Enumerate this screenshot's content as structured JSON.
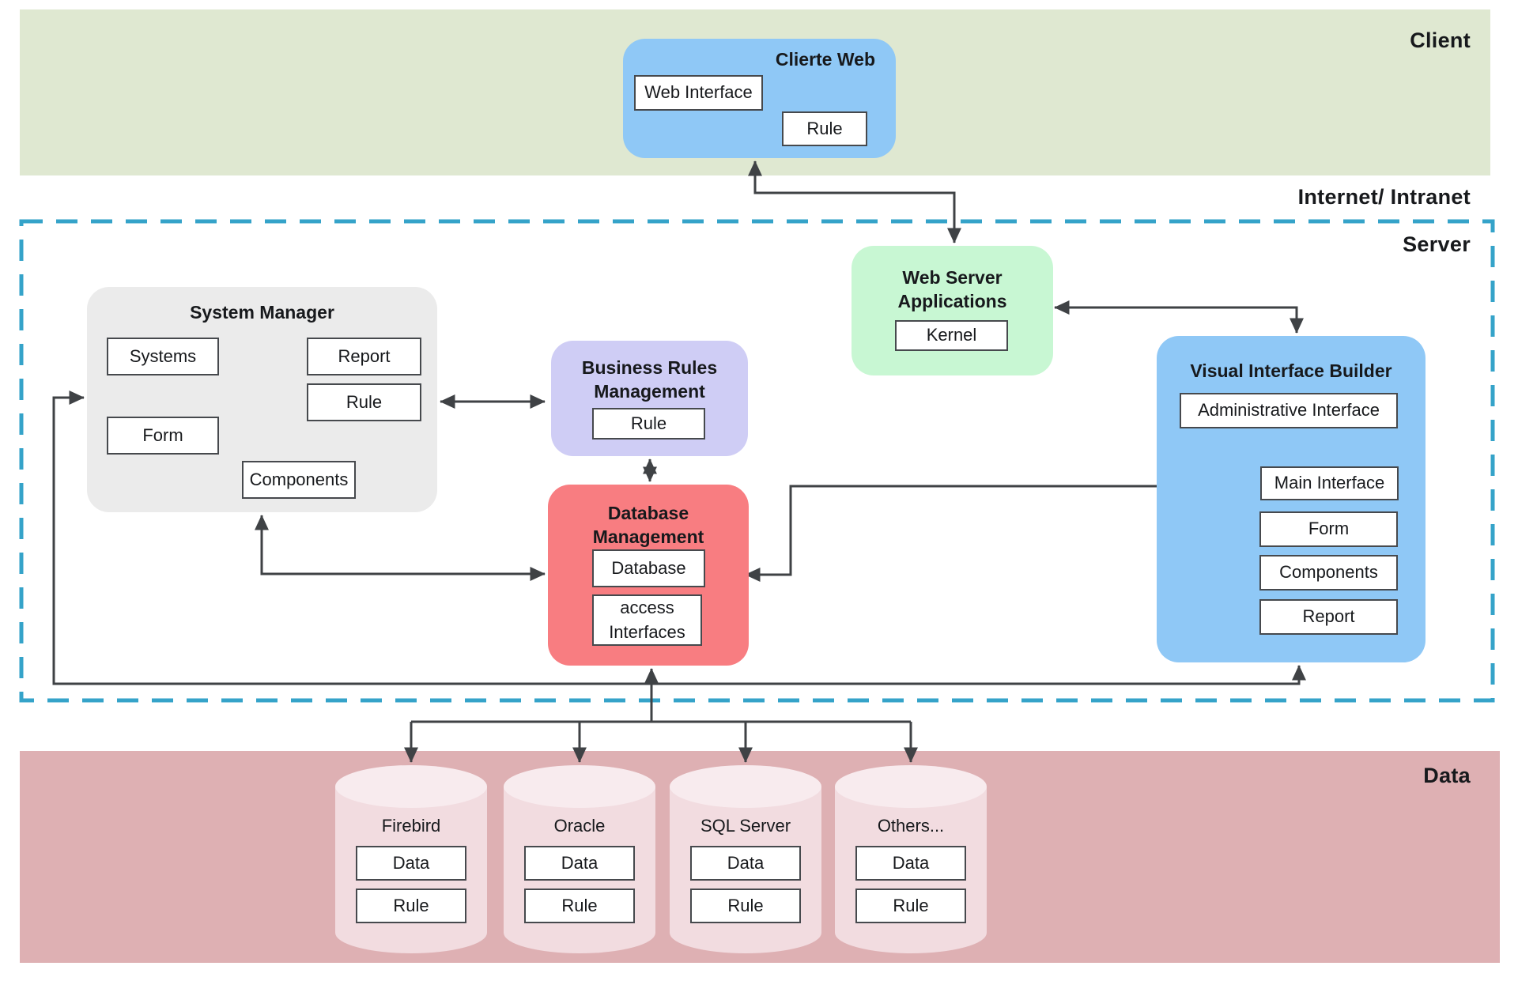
{
  "bands": {
    "client": {
      "label": "Client"
    },
    "internet": {
      "label": "Internet/ Intranet"
    },
    "server": {
      "label": "Server"
    },
    "data": {
      "label": "Data"
    }
  },
  "nodes": {
    "cliente_web": {
      "title": "Clierte Web",
      "web_interface": "Web Interface",
      "rule": "Rule"
    },
    "web_server": {
      "title_line1": "Web Server",
      "title_line2": "Applications",
      "kernel": "Kernel"
    },
    "system_manager": {
      "title": "System Manager",
      "systems": "Systems",
      "report": "Report",
      "rule": "Rule",
      "form": "Form",
      "components": "Components"
    },
    "business_rules": {
      "title_line1": "Business Rules",
      "title_line2": "Management",
      "rule": "Rule"
    },
    "database_mgmt": {
      "title_line1": "Database",
      "title_line2": "Management",
      "database": "Database",
      "access": "access Interfaces"
    },
    "visual_builder": {
      "title": "Visual Interface Builder",
      "admin": "Administrative Interface",
      "main": "Main Interface",
      "form": "Form",
      "components": "Components",
      "report": "Report"
    }
  },
  "databases": [
    {
      "name": "Firebird",
      "data": "Data",
      "rule": "Rule"
    },
    {
      "name": "Oracle",
      "data": "Data",
      "rule": "Rule"
    },
    {
      "name": "SQL Server",
      "data": "Data",
      "rule": "Rule"
    },
    {
      "name": "Others...",
      "data": "Data",
      "rule": "Rule"
    }
  ],
  "colors": {
    "client_band": "#dfe8d1",
    "data_band": "#deb0b3",
    "blue_node": "#8fc8f6",
    "green_node": "#c8f7d3",
    "purple_node": "#cfcdf5",
    "red_node": "#f87d81",
    "gray_node": "#ebebeb",
    "cylinder_body": "#f2dce0",
    "cylinder_top": "#f8ebee",
    "dashed_border": "#35a3c9",
    "wire": "#3f4245"
  }
}
